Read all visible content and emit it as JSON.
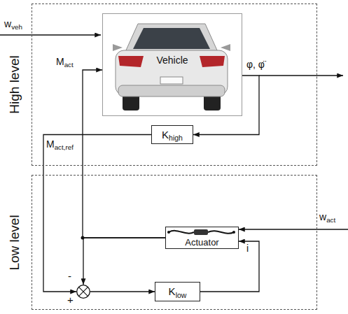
{
  "diagram": {
    "nodes": [
      {
        "text": [
          "High level"
        ]
      },
      {
        "text": [
          "Vehicle"
        ],
        "in": 0
      },
      {
        "text": [
          "Khigh"
        ],
        "in": 0
      },
      {
        "text": [
          "Low level"
        ]
      },
      {
        "text": [
          "Actuator"
        ],
        "in": 3
      },
      {
        "text": [
          "+",
          "-"
        ],
        "in": 3
      },
      {
        "text": [
          "Klow"
        ],
        "in": 3
      }
    ],
    "edges": [
      {
        "from": 1,
        "to": 2,
        "arrow": "to",
        "label": "φ, φ̈"
      },
      {
        "from": 2,
        "to": 5,
        "arrow": "to",
        "label": "Mact,ref"
      },
      {
        "from": 5,
        "to": 6,
        "arrow": "to"
      },
      {
        "from": 6,
        "to": 4,
        "arrow": "to",
        "label": "i"
      },
      {
        "from": 4,
        "to": 1,
        "arrow": "to",
        "label": "Mact"
      },
      {
        "from": 4,
        "to": 5,
        "arrow": "to"
      }
    ],
    "labels": [
      "wveh",
      "wact"
    ]
  }
}
